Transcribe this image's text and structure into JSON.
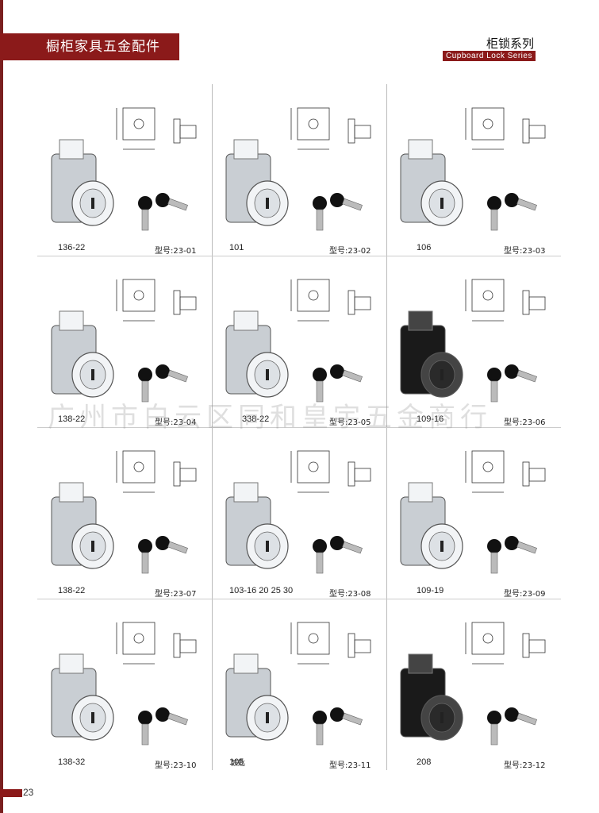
{
  "header": {
    "category": "橱柜家具五金配件",
    "series_cn": "柜锁系列",
    "series_en": "Cupboard Lock Series"
  },
  "watermark": "广州市白云区同和皇宇五金商行",
  "products": [
    {
      "code": "136-22",
      "model": "型号:23-01",
      "finish": "chrome"
    },
    {
      "code": "101",
      "model": "型号:23-02",
      "finish": "chrome"
    },
    {
      "code": "106",
      "model": "型号:23-03",
      "finish": "chrome"
    },
    {
      "code": "138-22",
      "model": "型号:23-04",
      "finish": "chrome"
    },
    {
      "code": "338-22",
      "model": "型号:23-05",
      "finish": "chrome"
    },
    {
      "code": "109-16",
      "model": "型号:23-06",
      "finish": "black"
    },
    {
      "code": "138-22",
      "model": "型号:23-07",
      "finish": "chrome"
    },
    {
      "code": "103-16 20 25 30",
      "model": "型号:23-08",
      "finish": "chrome"
    },
    {
      "code": "109-19",
      "model": "型号:23-09",
      "finish": "chrome"
    },
    {
      "code": "138-32",
      "model": "型号:23-10",
      "finish": "chrome"
    },
    {
      "code": "105",
      "model": "型号:23-11",
      "finish": "chrome"
    },
    {
      "code": "208",
      "model": "型号:23-12",
      "finish": "black"
    }
  ],
  "extra_label": "鼓匙",
  "page_number": "23",
  "colors": {
    "accent": "#8b1a1a",
    "rule": "#bbbbbb"
  }
}
